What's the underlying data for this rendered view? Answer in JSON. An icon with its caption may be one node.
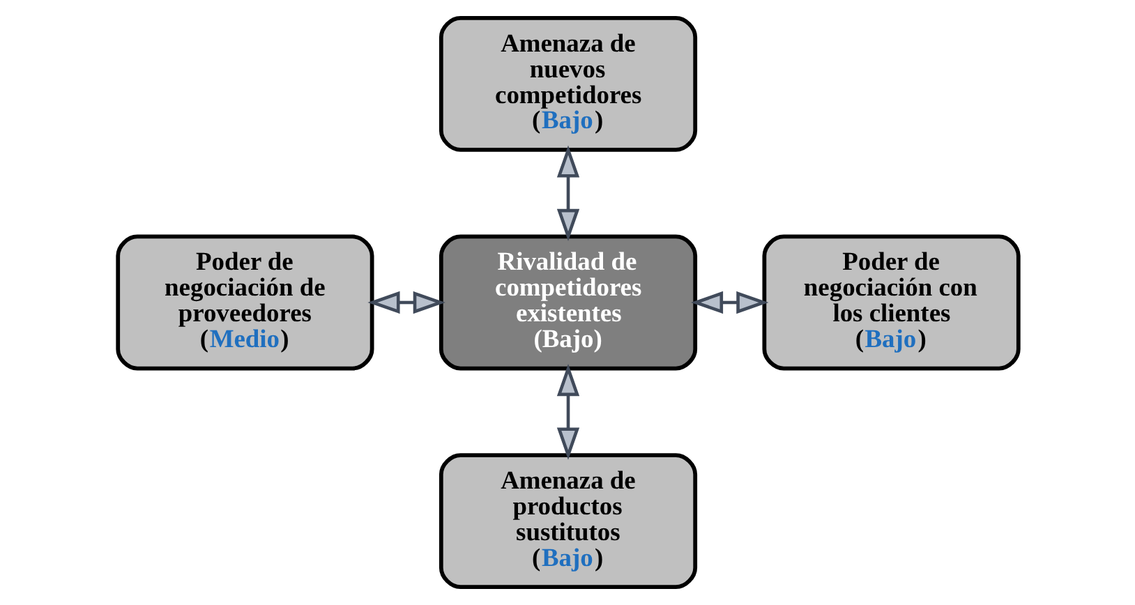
{
  "diagram": {
    "nodes": [
      {
        "text": [
          "Amenaza de nuevos competidores",
          "(Bajo)"
        ]
      },
      {
        "text": [
          "Poder de negociación de proveedores",
          "(Medio)"
        ]
      },
      {
        "text": [
          "Rivalidad de competidores existentes (Bajo)"
        ]
      },
      {
        "text": [
          "Poder de negociación con los clientes",
          "(Bajo)"
        ]
      },
      {
        "text": [
          "Amenaza de productos sustitutos",
          "(Bajo)"
        ]
      }
    ],
    "edges": [
      {
        "from": 0,
        "to": 2,
        "arrow": "both"
      },
      {
        "from": 1,
        "to": 2,
        "arrow": "both"
      },
      {
        "from": 2,
        "to": 3,
        "arrow": "both"
      },
      {
        "from": 2,
        "to": 4,
        "arrow": "both"
      }
    ]
  }
}
